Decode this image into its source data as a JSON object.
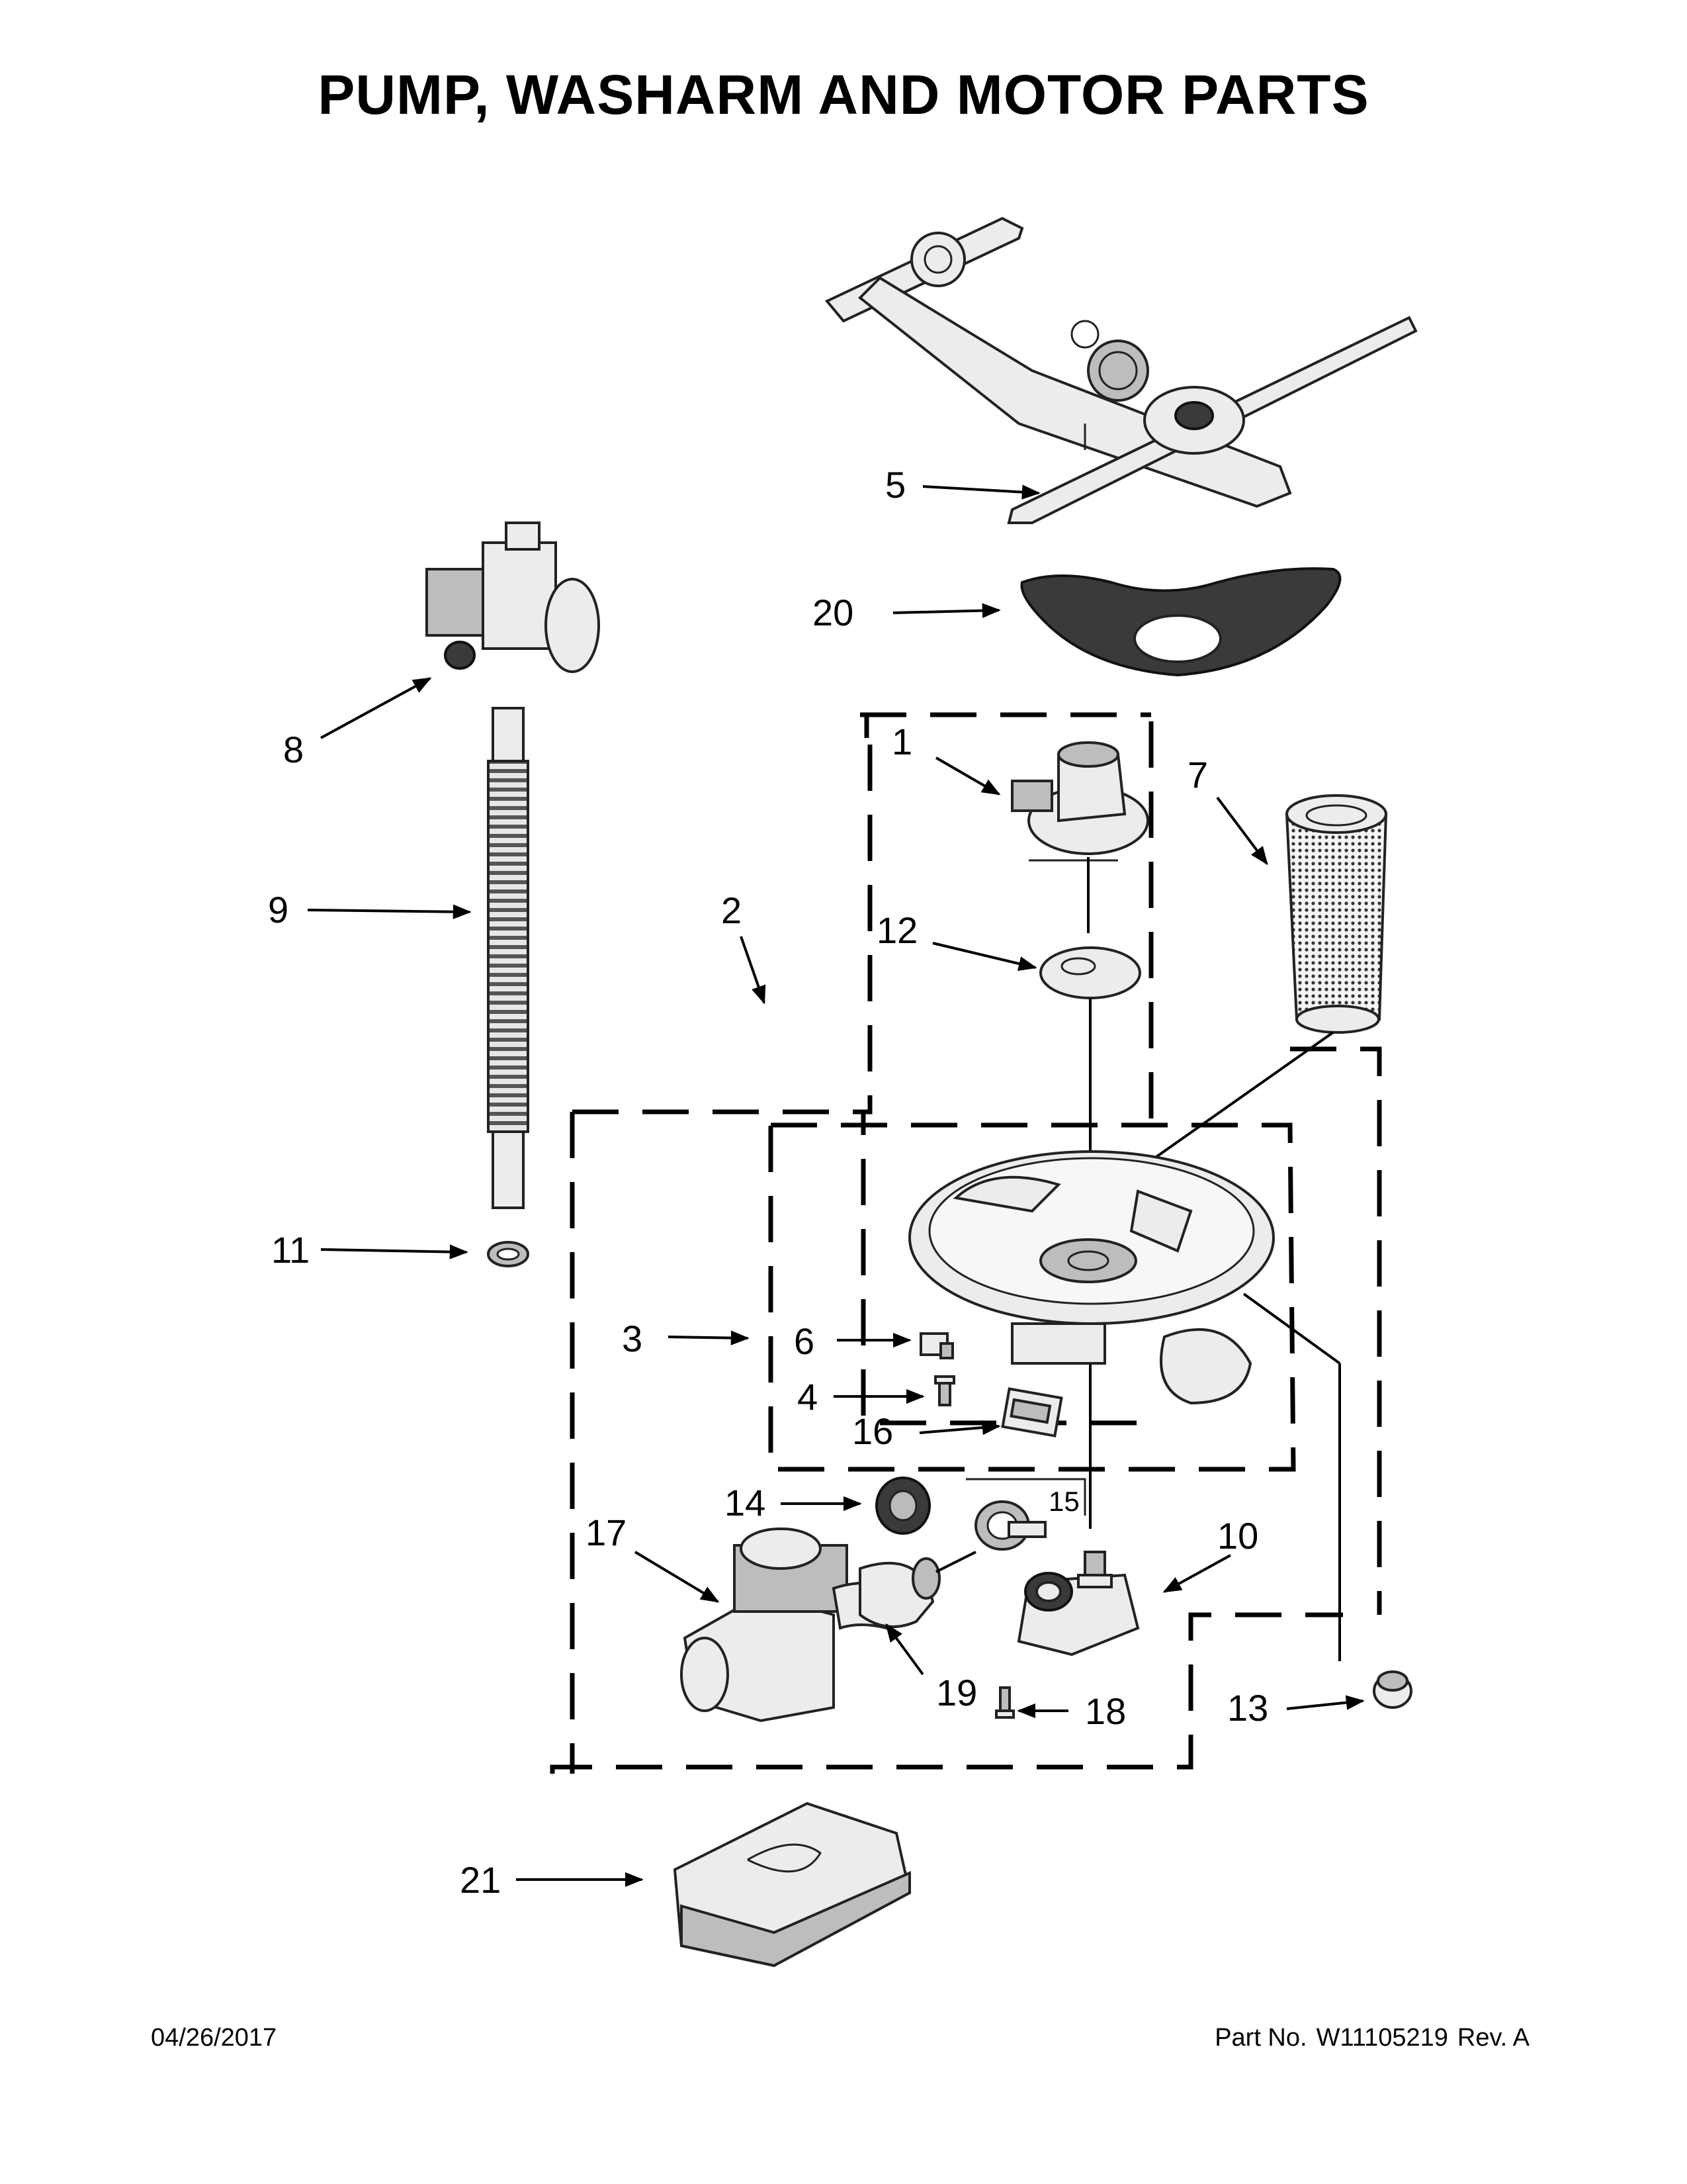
{
  "title": "PUMP, WASHARM AND MOTOR PARTS",
  "callouts": [
    {
      "id": "c1",
      "label": "1"
    },
    {
      "id": "c2",
      "label": "2"
    },
    {
      "id": "c3",
      "label": "3"
    },
    {
      "id": "c4",
      "label": "4"
    },
    {
      "id": "c5",
      "label": "5"
    },
    {
      "id": "c6",
      "label": "6"
    },
    {
      "id": "c7",
      "label": "7"
    },
    {
      "id": "c8",
      "label": "8"
    },
    {
      "id": "c9",
      "label": "9"
    },
    {
      "id": "c10",
      "label": "10"
    },
    {
      "id": "c11",
      "label": "11"
    },
    {
      "id": "c12",
      "label": "12"
    },
    {
      "id": "c13",
      "label": "13"
    },
    {
      "id": "c14",
      "label": "14"
    },
    {
      "id": "c15",
      "label": "15"
    },
    {
      "id": "c16",
      "label": "16"
    },
    {
      "id": "c17",
      "label": "17"
    },
    {
      "id": "c18",
      "label": "18"
    },
    {
      "id": "c19",
      "label": "19"
    },
    {
      "id": "c20",
      "label": "20"
    },
    {
      "id": "c21",
      "label": "21"
    }
  ],
  "footer": {
    "date": "04/26/2017",
    "part_no_label": "Part No.",
    "part_no": "W11105219",
    "rev": "Rev. A"
  }
}
